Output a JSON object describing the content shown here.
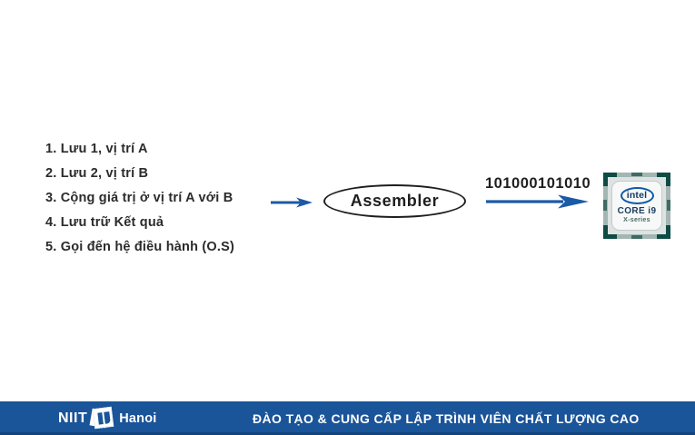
{
  "diagram": {
    "instructions": [
      "1. Lưu 1, vị trí A",
      "2. Lưu 2, vị trí B",
      "3. Cộng giá trị ở vị trí A với B",
      "4. Lưu trữ Kết quả",
      "5. Gọi đến hệ điều hành (O.S)"
    ],
    "assembler_label": "Assembler",
    "binary_output": "101000101010",
    "chip": {
      "brand": "intel",
      "model": "CORE i9",
      "series": "X-series"
    }
  },
  "footer": {
    "logo": {
      "name": "NIIT",
      "city": "Hanoi"
    },
    "slogan": "ĐÀO TẠO & CUNG CẤP LẬP TRÌNH VIÊN CHẤT LƯỢNG CAO"
  },
  "colors": {
    "arrow_blue": "#1b5aa5",
    "footer_blue": "#1a5499",
    "text_dark": "#2b2b2b",
    "chip_frame_teal": "#0d4b45",
    "intel_blue": "#0f5ba5"
  }
}
